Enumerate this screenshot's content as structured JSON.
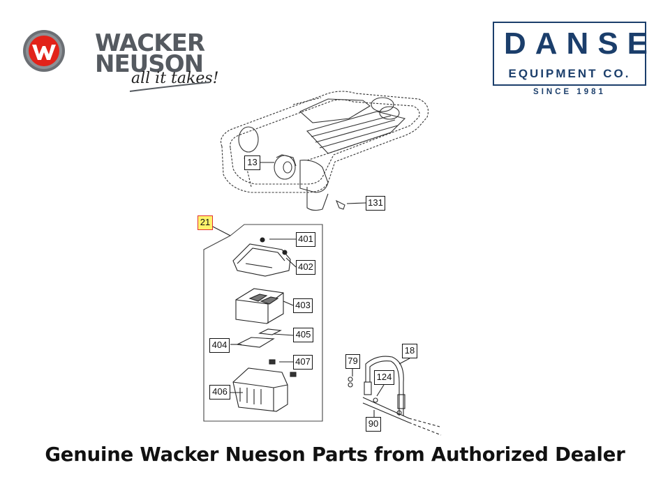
{
  "brand_left": {
    "logo_mark": "wacker-neuson-w-logo",
    "word1": "WACKER",
    "word2": "NEUSON",
    "tagline": "all it takes!",
    "colors": {
      "red": "#e2231a",
      "grey": "#555a60"
    }
  },
  "brand_right": {
    "name": "DANSE",
    "subtitle": "EQUIPMENT CO.",
    "since": "SINCE 1981",
    "color": "#1b3e6b"
  },
  "diagram": {
    "callouts": {
      "c13": "13",
      "c131": "131",
      "c21": "21",
      "c401": "401",
      "c402": "402",
      "c403": "403",
      "c404": "404",
      "c405": "405",
      "c406": "406",
      "c407": "407",
      "c79": "79",
      "c18": "18",
      "c124": "124",
      "c90": "90"
    },
    "highlight_color": "#fff36b"
  },
  "footer": {
    "caption": "Genuine Wacker Nueson Parts from Authorized Dealer"
  }
}
